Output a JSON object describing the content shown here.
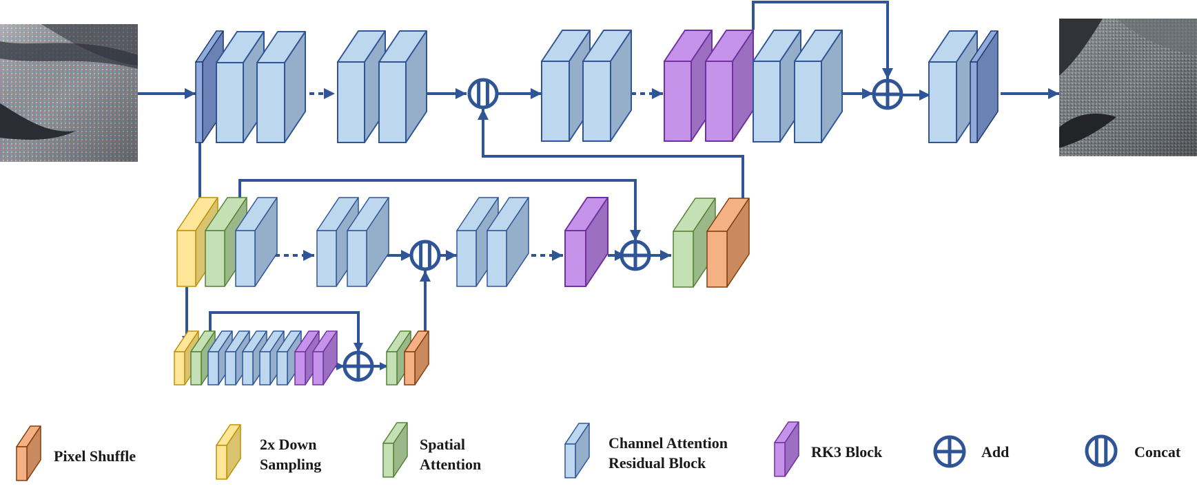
{
  "legend": {
    "pixel_shuffle": "Pixel Shuffle",
    "downsample_line1": "2x Down",
    "downsample_line2": "Sampling",
    "spatial_line1": "Spatial",
    "spatial_line2": "Attention",
    "car_line1": "Channel Attention",
    "car_line2": "Residual Block",
    "rk3": "RK3 Block",
    "add": "Add",
    "concat": "Concat"
  },
  "colors": {
    "flow": "#2F5597",
    "car_front": "#BDD7EE",
    "car_side": "#95AECA",
    "car_stroke": "#2F5597",
    "conv_front": "#8FAADC",
    "conv_side": "#6A82B6",
    "conv_stroke": "#203864",
    "rk3_front": "#C593E9",
    "rk3_side": "#9C6FC0",
    "rk3_stroke": "#7030A0",
    "sa_front": "#C5E0B4",
    "sa_side": "#9AB88A",
    "sa_stroke": "#548235",
    "down_front": "#FFE699",
    "down_side": "#D9C270",
    "down_stroke": "#BF9000",
    "ps_front": "#F4B183",
    "ps_side": "#C98A60",
    "ps_stroke": "#843C0C"
  },
  "icons": {
    "input_image": "noisy-fabric-photo",
    "output_image": "denoised-fabric-photo",
    "add_symbol": "circle-plus",
    "concat_symbol": "circle-double-bar"
  }
}
